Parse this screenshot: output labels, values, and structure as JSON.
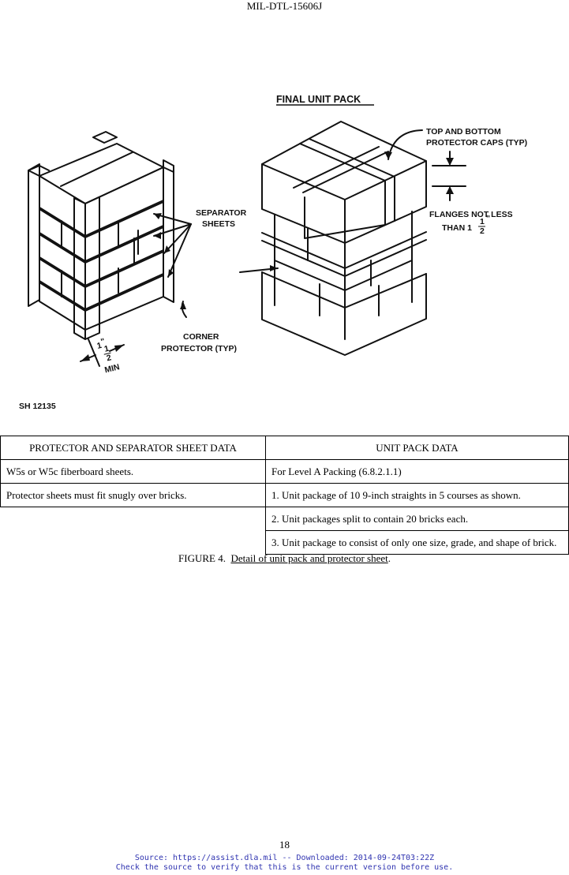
{
  "header": {
    "doc_id": "MIL-DTL-15606J"
  },
  "figure": {
    "title": "FINAL UNIT PACK",
    "labels": {
      "caps_line1": "TOP AND BOTTOM",
      "caps_line2": "PROTECTOR CAPS (TYP)",
      "flanges_line1": "FLANGES NOT LESS",
      "flanges_line2": "THAN 1",
      "flanges_frac_num": "1",
      "flanges_frac_den": "2",
      "separator_line1": "SEPARATOR",
      "separator_line2": "SHEETS",
      "corner_line1": "CORNER",
      "corner_line2": "PROTECTOR (TYP)",
      "min_whole": "1",
      "min_num": "1",
      "min_den": "2",
      "min_text": "MIN",
      "inch_mark": "\""
    },
    "sheet_number": "SH 12135"
  },
  "table": {
    "headers": [
      "PROTECTOR AND SEPARATOR SHEET DATA",
      "UNIT PACK DATA"
    ],
    "rows": [
      [
        "W5s or W5c fiberboard sheets.",
        "For Level A Packing (6.8.2.1.1)"
      ],
      [
        "Protector sheets must fit snugly over bricks.",
        "1.  Unit package of 10 9-inch straights in 5 courses as shown."
      ],
      [
        "",
        "2.  Unit packages split to contain 20 bricks each."
      ],
      [
        "",
        "3.  Unit package to consist of only one size, grade, and shape of brick."
      ]
    ]
  },
  "caption": {
    "prefix": "FIGURE 4.",
    "title": "Detail of unit pack and protector sheet",
    "suffix": "."
  },
  "footer": {
    "page_number": "18",
    "source_line": "Source: https://assist.dla.mil -- Downloaded: 2014-09-24T03:22Z",
    "verify_line": "Check the source to verify that this is the current version before use."
  }
}
